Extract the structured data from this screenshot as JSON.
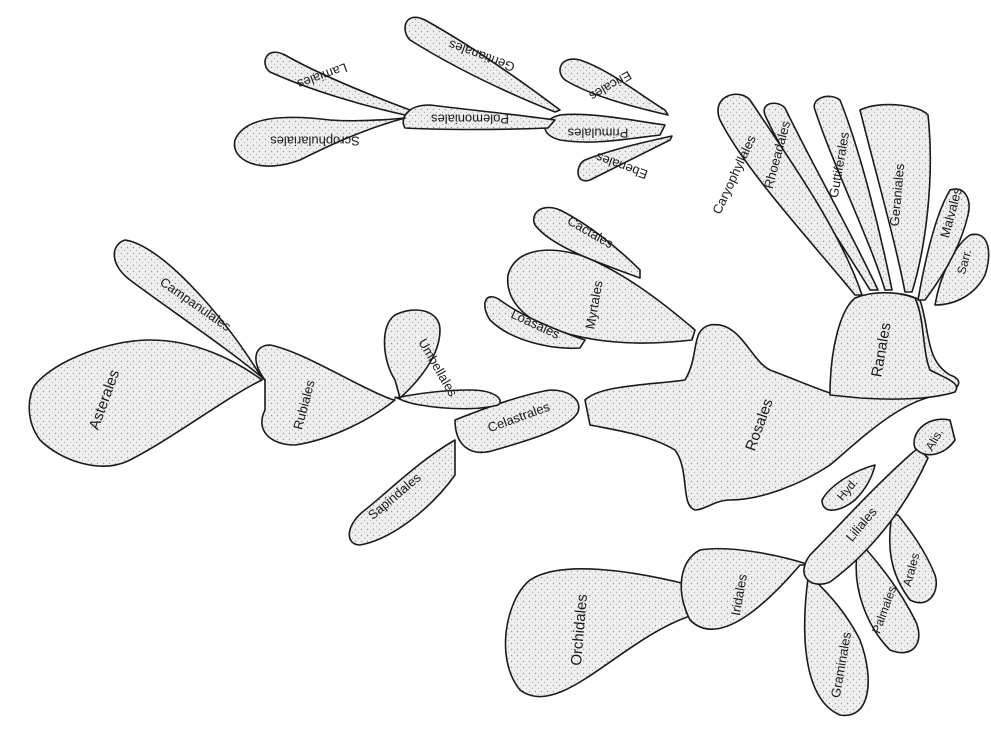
{
  "colors": {
    "outline": "#1a1a1a",
    "stipple_background": "#efefef",
    "stipple_dot": "#9a9a9a"
  },
  "nodes": {
    "asterales": "Asterales",
    "campanulales": "Campanulales",
    "rubiales": "Rubiales",
    "umbellales": "Umbellales",
    "celastrales": "Celastrales",
    "sapindales": "Sapindales",
    "rosales": "Rosales",
    "myrtales": "Myrtales",
    "loasales": "Loasales",
    "cactales": "Cactales",
    "ranales": "Ranales",
    "sarr": "Sarr.",
    "malvales": "Malvales",
    "geraniales": "Geraniales",
    "guttiferales": "Guttiferales",
    "rhoeadales": "Rhoeadales",
    "caryophyllales": "Caryophyllales",
    "primulales": "Primulales",
    "ebenales": "Ebenales",
    "ericales": "Ericales",
    "polemoniales": "Polemoniales",
    "gentianales": "Gentianales",
    "lamiales": "Lamiales",
    "scrophulariales": "Scrophulariales",
    "alis": "Alis.",
    "hyd": "Hyd.",
    "liliales": "Liliales",
    "arales": "Arales",
    "palmales": "Palmales",
    "graminales": "Graminales",
    "iridales": "Iridales",
    "orchidales": "Orchidales"
  }
}
